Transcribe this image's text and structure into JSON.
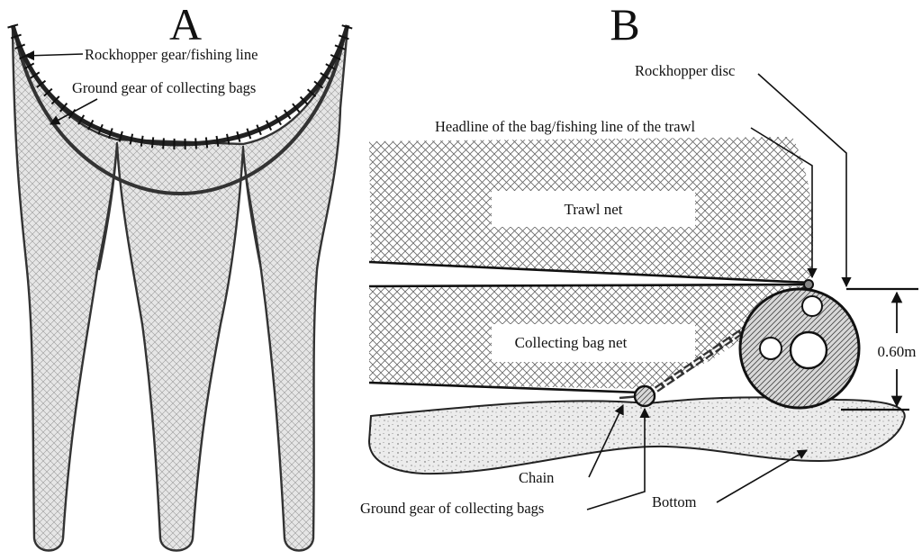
{
  "panel_a": {
    "letter": "A",
    "labels": {
      "rockhopper": "Rockhopper gear/fishing line",
      "ground_gear": "Ground gear of collecting bags"
    }
  },
  "panel_b": {
    "letter": "B",
    "labels": {
      "rockhopper_disc": "Rockhopper disc",
      "headline": "Headline of the bag/fishing line of the trawl",
      "trawl_net": "Trawl net",
      "collecting_bag_net": "Collecting bag net",
      "dimension": "0.60m",
      "chain": "Chain",
      "ground_gear": "Ground gear of collecting bags",
      "bottom": "Bottom"
    }
  }
}
